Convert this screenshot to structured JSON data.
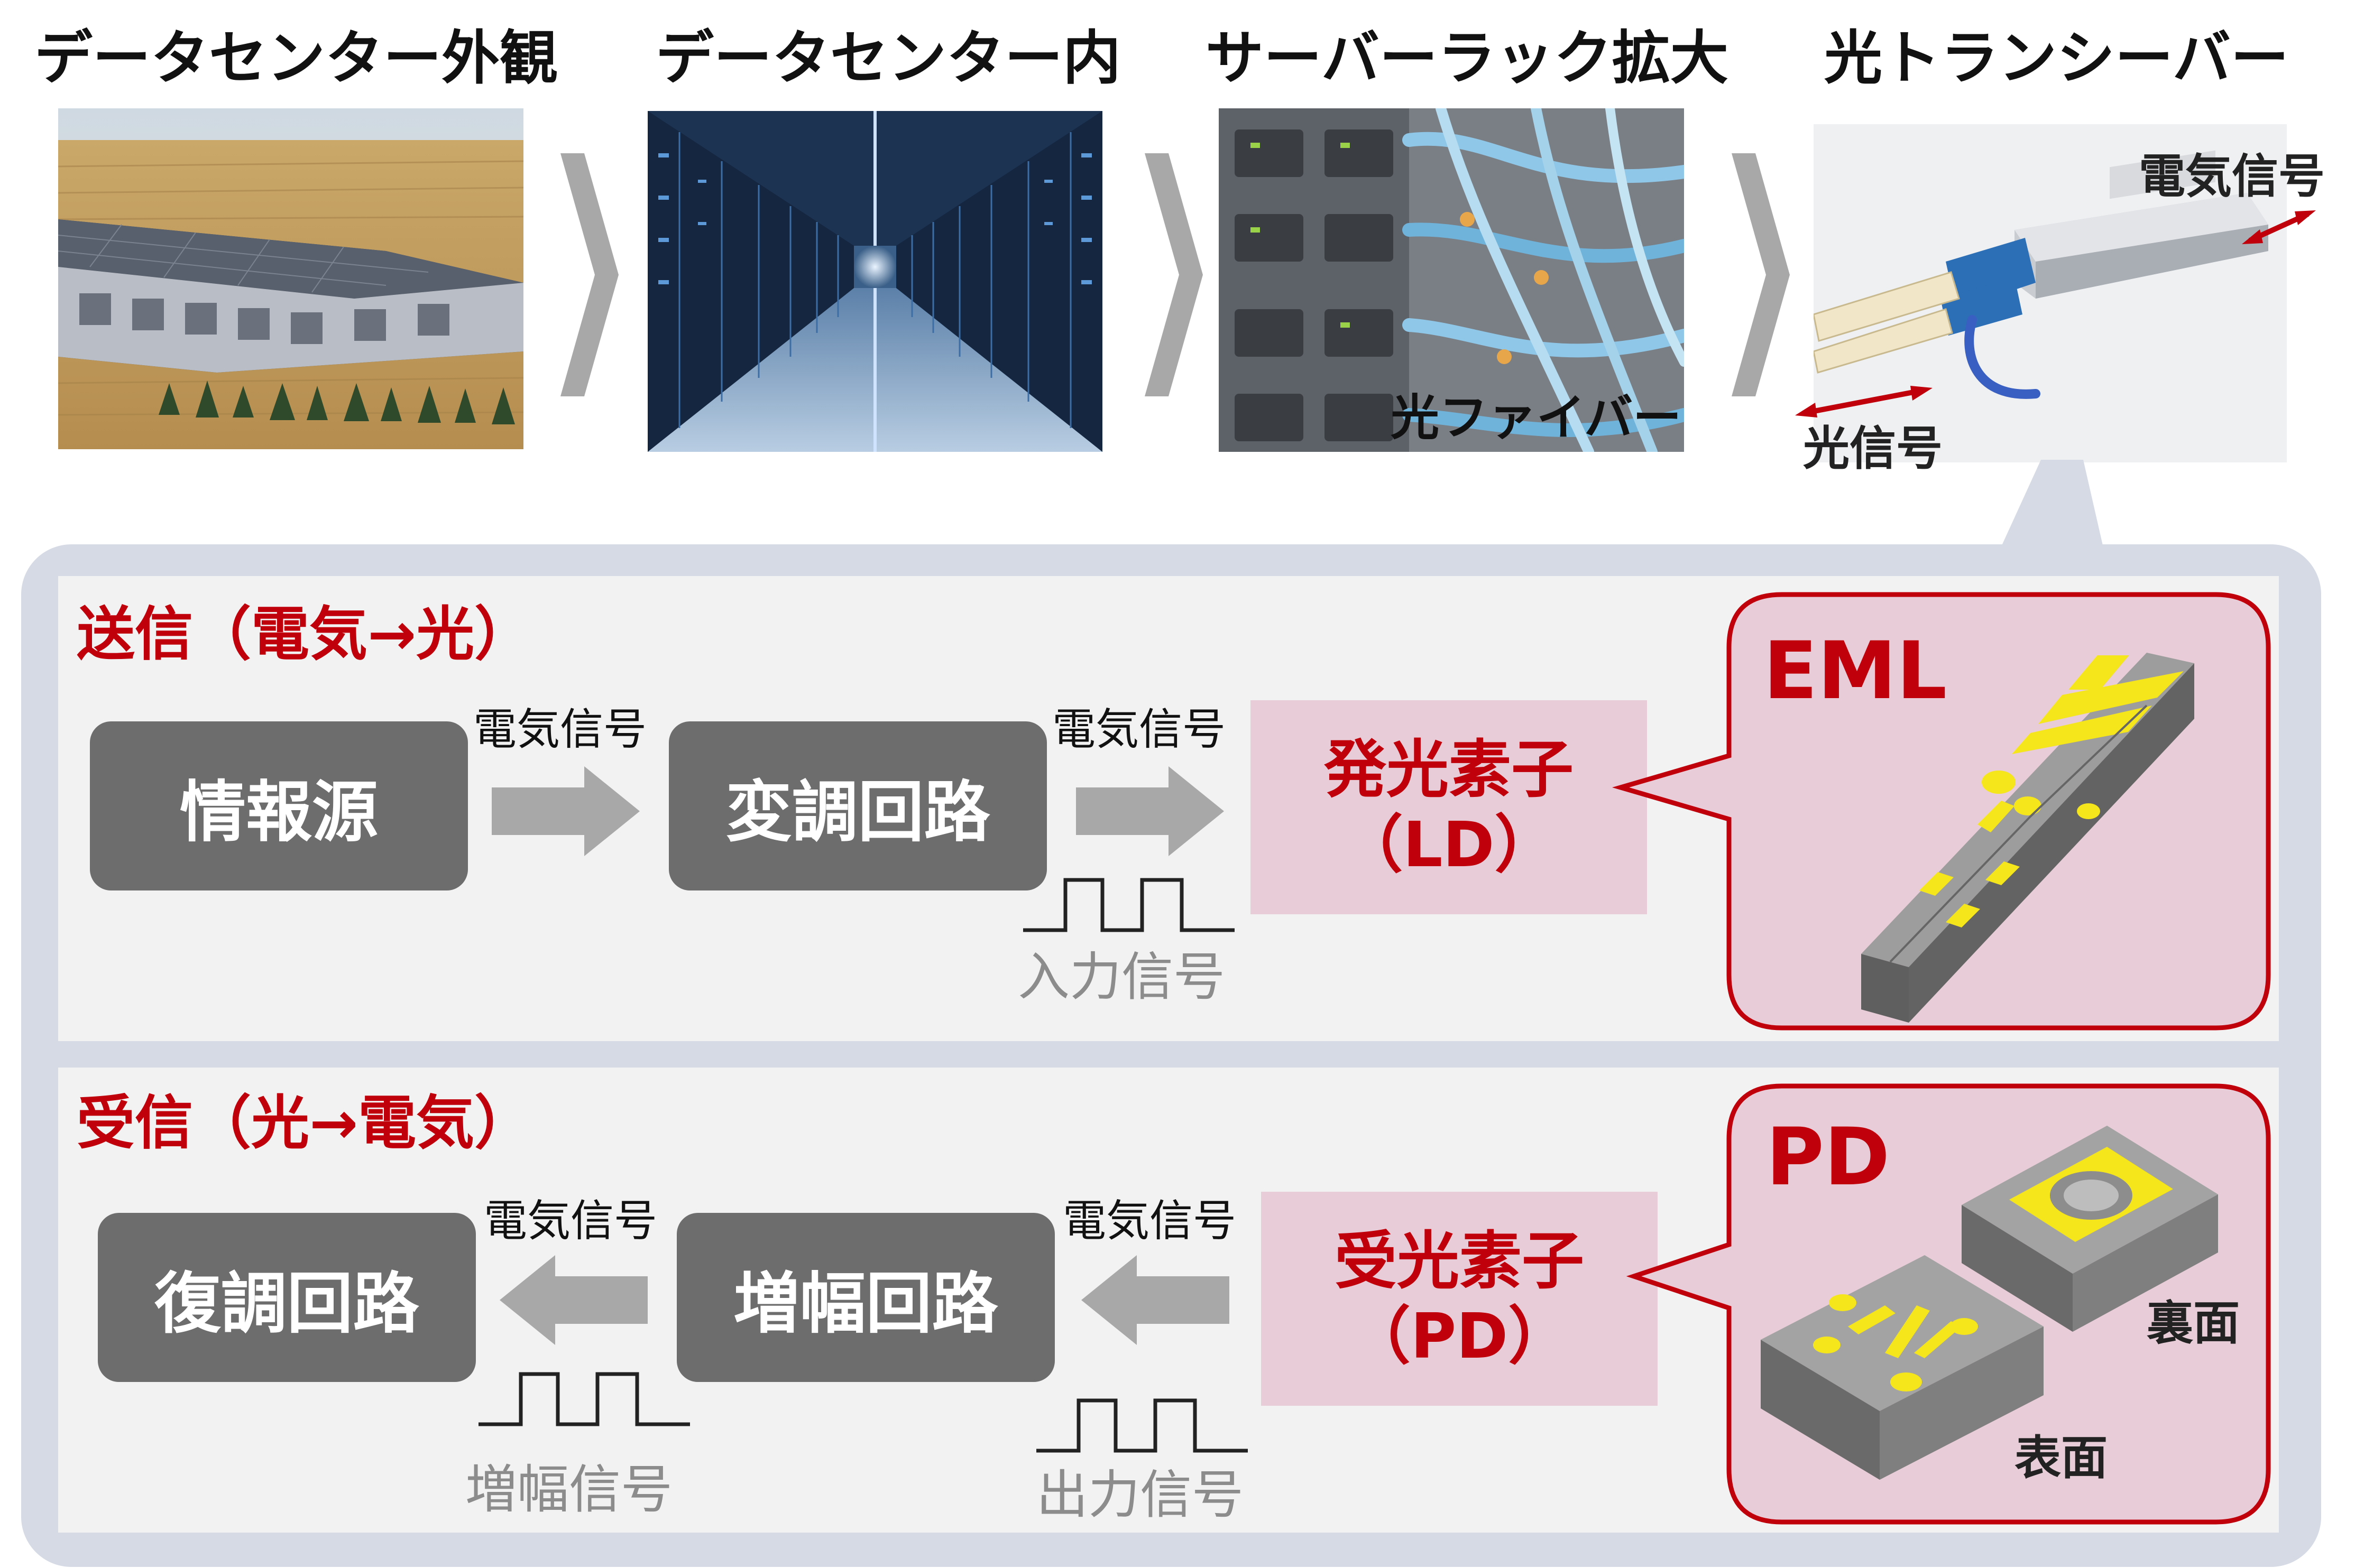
{
  "top_row": {
    "titles": [
      "データセンター外観",
      "データセンター内",
      "サーバーラック拡大",
      "光トランシーバー"
    ],
    "fiber_label": "光ファイバー",
    "electric_signal": "電気信号",
    "optical_signal": "光信号"
  },
  "transmit": {
    "title": "送信（電気→光）",
    "source_box": "情報源",
    "modulation_box": "変調回路",
    "arrow_label_1": "電気信号",
    "arrow_label_2": "電気信号",
    "emitter_line1": "発光素子",
    "emitter_line2": "（LD）",
    "input_signal": "入力信号",
    "callout_title": "EML"
  },
  "receive": {
    "title": "受信（光→電気）",
    "demod_box": "復調回路",
    "amp_box": "増幅回路",
    "arrow_label_1": "電気信号",
    "arrow_label_2": "電気信号",
    "receiver_line1": "受光素子",
    "receiver_line2": "（PD）",
    "amp_signal": "増幅信号",
    "output_signal": "出力信号",
    "callout_title": "PD",
    "back_label": "裏面",
    "front_label": "表面"
  },
  "colors": {
    "accent_red": "#c0000b",
    "box_grey": "#6d6d6d",
    "pink_fill": "#e8ccd7",
    "chip_yellow": "#f5e51b",
    "panel_blue_grey": "#d5dae4"
  }
}
